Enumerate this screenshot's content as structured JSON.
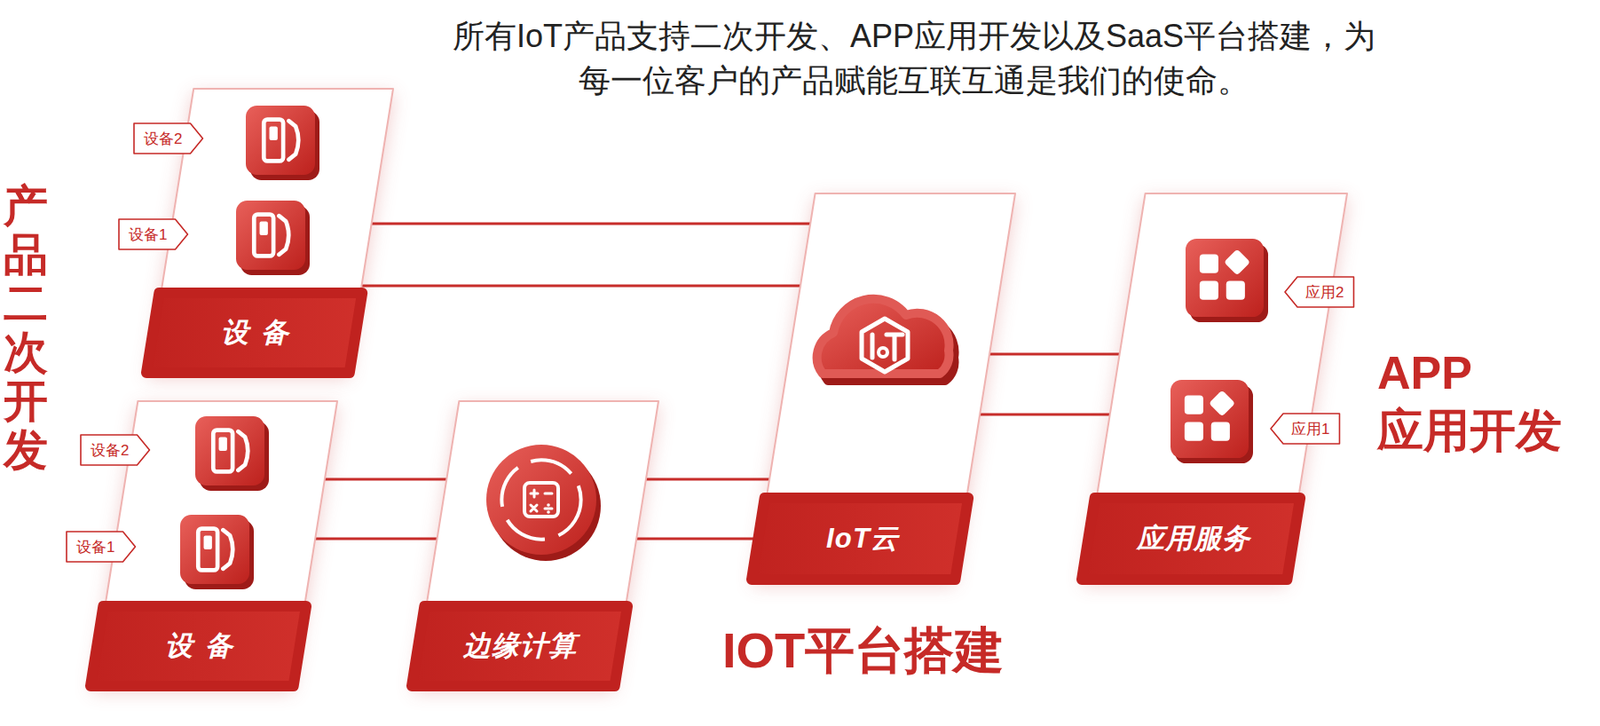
{
  "diagram": {
    "title": "所有IoT产品支持二次开发、APP应用开发以及SaaS平台搭建，为每一位客户的产品赋能互联互通是我们的使命。",
    "nodes": [
      {
        "text": [
          "设备"
        ]
      },
      {
        "text": [
          "设备2"
        ]
      },
      {
        "text": [
          "设备1"
        ]
      },
      {
        "text": [
          "设备"
        ]
      },
      {
        "text": [
          "设备2"
        ]
      },
      {
        "text": [
          "设备1"
        ]
      },
      {
        "text": [
          "边缘计算"
        ]
      },
      {
        "text": [
          "IoT云"
        ]
      },
      {
        "text": [
          "应用服务"
        ]
      },
      {
        "text": [
          "应用2"
        ]
      },
      {
        "text": [
          "应用1"
        ]
      }
    ],
    "edges": [
      {
        "from": 0,
        "to": 7,
        "arrow": "none"
      },
      {
        "from": 0,
        "to": 7,
        "arrow": "none"
      },
      {
        "from": 3,
        "to": 6,
        "arrow": "none"
      },
      {
        "from": 3,
        "to": 6,
        "arrow": "none"
      },
      {
        "from": 6,
        "to": 7,
        "arrow": "none"
      },
      {
        "from": 6,
        "to": 7,
        "arrow": "none"
      },
      {
        "from": 7,
        "to": 8,
        "arrow": "none"
      },
      {
        "from": 7,
        "to": 8,
        "arrow": "none"
      }
    ],
    "labels": [
      "产品二次开发",
      "IOT平台搭建",
      "APP 应用开发"
    ]
  }
}
